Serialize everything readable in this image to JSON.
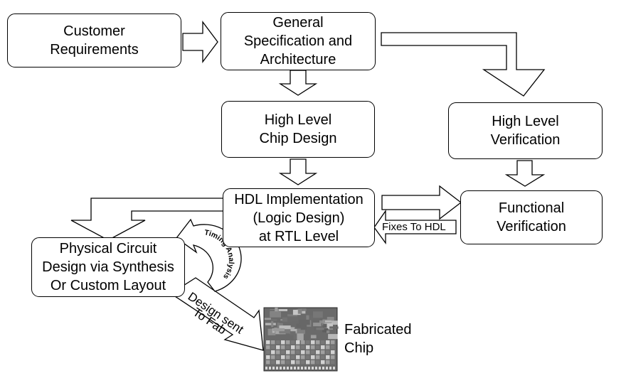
{
  "boxes": {
    "customer": "Customer\nRequirements",
    "general": "General\nSpecification and\nArchitecture",
    "high_level_chip": "High Level\nChip Design",
    "high_level_verification": "High Level\nVerification",
    "hdl": "HDL Implementation\n(Logic Design)\nat RTL Level",
    "functional": "Functional\nVerification",
    "physical": "Physical Circuit\nDesign via Synthesis\nOr Custom Layout"
  },
  "labels": {
    "fixes": "Fixes To HDL",
    "timing": "Timing Analysis",
    "design_sent_line1": "Design sent",
    "design_sent_line2": "To Fab",
    "fabricated": "Fabricated\nChip"
  },
  "colors": {
    "stroke": "#000000",
    "fill": "#ffffff",
    "chip_dark": "#5a5a5a",
    "chip_light": "#c8c8c8"
  }
}
